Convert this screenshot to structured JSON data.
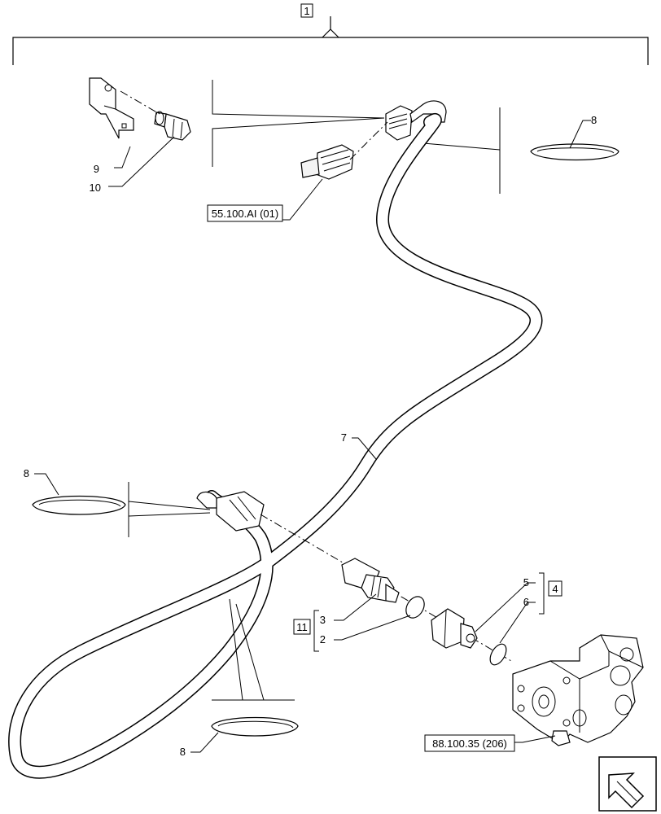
{
  "callouts": {
    "c1": "1",
    "c2": "2",
    "c3": "3",
    "c4": "4",
    "c5": "5",
    "c6": "6",
    "c7": "7",
    "c8a": "8",
    "c8b": "8",
    "c8c": "8",
    "c9": "9",
    "c10": "10",
    "c11": "11"
  },
  "references": {
    "connector_ref": "55.100.AI (01)",
    "valve_ref": "88.100.35 (206)"
  },
  "icons": {
    "navigation": "arrow-icon"
  }
}
